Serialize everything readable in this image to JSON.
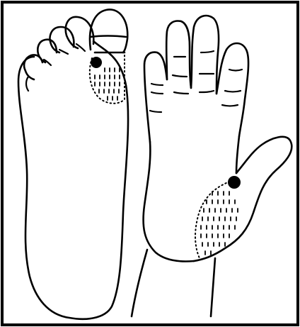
{
  "figure": {
    "subject": "foot-and-hand-reflexology-points",
    "ink_color": "#000000",
    "background_color": "#ffffff",
    "panels": [
      {
        "id": "foot",
        "marked_point": "base-of-big-toe",
        "shaded_area": "ball-of-foot-under-big-toe"
      },
      {
        "id": "hand",
        "marked_point": "base-of-thumb-web",
        "shaded_area": "thenar-eminence"
      }
    ]
  }
}
